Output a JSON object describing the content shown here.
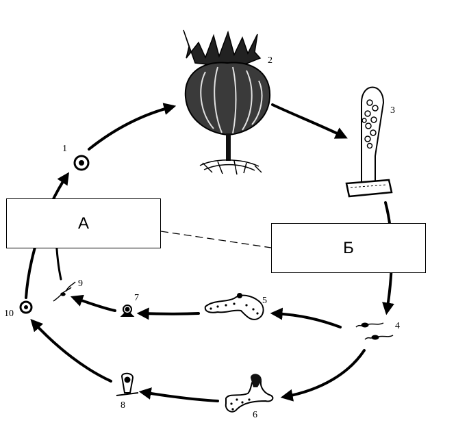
{
  "labels": {
    "box_a": "А",
    "box_b": "Б"
  },
  "stage_numbers": [
    "1",
    "2",
    "3",
    "4",
    "5",
    "6",
    "7",
    "8",
    "9",
    "10"
  ]
}
